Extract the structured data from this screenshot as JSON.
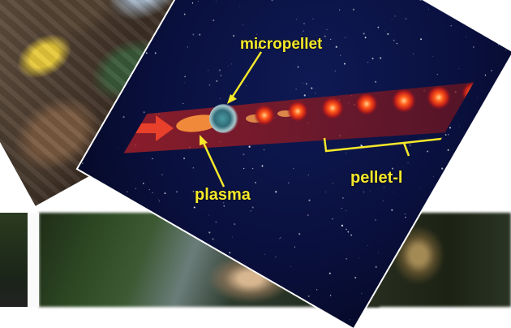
{
  "labels": {
    "micropellet": "micropellet",
    "plasma": "plasma",
    "pellet_chain": "pellet-l"
  },
  "colors": {
    "label_yellow": "#f5e82a",
    "beam_red": "#8a1a24",
    "pellet_orange": "#ff5a1a",
    "space_blue": "#0b1245"
  },
  "icons": {
    "beam_arrow": "arrow-right-icon"
  }
}
